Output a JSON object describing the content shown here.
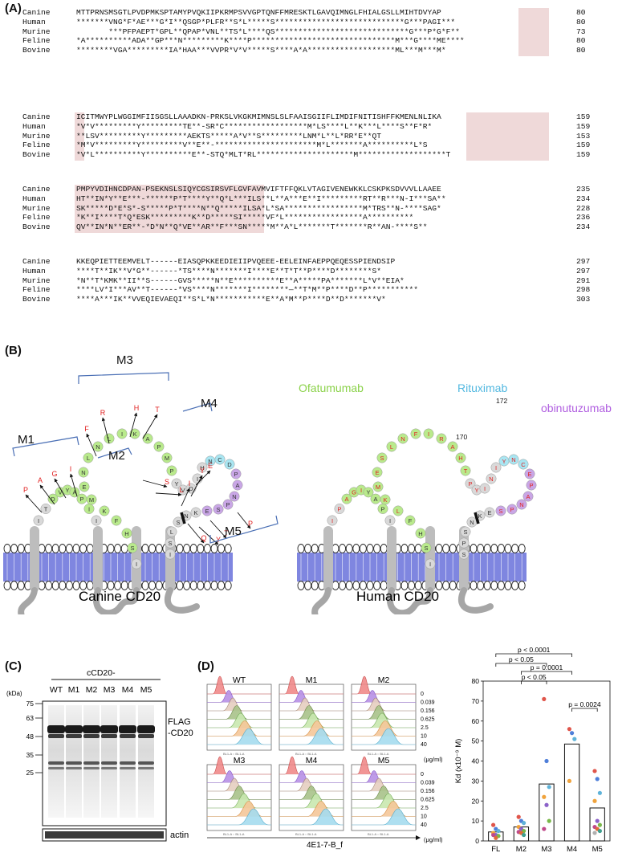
{
  "panels": {
    "A": "(A)",
    "B": "(B)",
    "C": "(C)",
    "D": "(D)"
  },
  "alignment": {
    "blocks": [
      {
        "rows": [
          {
            "name": "Canine",
            "seq": "MTTPRNSMSGTLPVDPMKSPTAMYPVQKIIPKRMPSVVGPTQNFFMRESKTLGAVQIMNGLFHIALGSLLMIHTDVYAP",
            "num": "80"
          },
          {
            "name": "Human",
            "seq": "*******VNG*F*AE***G*I**QSGP*PLFR**S*L*****S****************************G***PAGI***",
            "num": "80"
          },
          {
            "name": "Murine",
            "seq": "       ***PFPAEPT*GPL**QPAP*VNL**TS*L****QS*****************************G***P*G*F**",
            "num": "73"
          },
          {
            "name": "Feline",
            "seq": "*A**********ADA**GP***N*********K****P*******************************M***G****ME****",
            "num": "80"
          },
          {
            "name": "Bovine",
            "seq": "********VGA*********IA*HAA***VVPR*V*V*****S****A*A*******************ML***M***M*",
            "num": "80"
          }
        ]
      },
      {
        "rows": [
          {
            "name": "Canine",
            "seq": "ICITMWYPLWGGIMFIISGSLLAAADKN-PRKSLVKGKMIMNSLSLFAAISGIIFLIMDIFNITISHFFKMENLNLIKA",
            "num": "159"
          },
          {
            "name": "Human",
            "seq": "*V*V*********Y*********TE**-SR*C******************M*LS****L**K***L****S**F*R*",
            "num": "159"
          },
          {
            "name": "Murine",
            "seq": "**LSV*********Y*********AEKTS*****A*V**S*********LNM*L**L*RR*E**QT",
            "num": "153"
          },
          {
            "name": "Feline",
            "seq": "*M*V*********Y*********V**E**-**********************M*L*******A**********L*S",
            "num": "159"
          },
          {
            "name": "Bovine",
            "seq": "*V*L**********Y**********E**-STQ*MLT*RL*********************M*******************T",
            "num": "159"
          }
        ]
      },
      {
        "rows": [
          {
            "name": "Canine",
            "seq": "PMPYVDIHNCDPAN-PSEKNSLSIQYCGSIRSVFLGVFAVMVIFTFFQKLVTAGIVENEWKKLCSKPKSDVVVLLAAEE",
            "num": "235"
          },
          {
            "name": "Human",
            "seq": "HT**IN*Y**E***-******P*T****Y**Q*L***ILS**L**A***E**I*********RT**R***N-I***SA**",
            "num": "234"
          },
          {
            "name": "Murine",
            "seq": "SK*****D*E*S*-S*****P*T****N**Q*****ILSA*L*SA*****************M*TRS**N-****SAG*",
            "num": "228"
          },
          {
            "name": "Feline",
            "seq": "*K**I****T*Q*ESK*********K**D*****SI*****VF*L*****************A**********",
            "num": "236"
          },
          {
            "name": "Bovine",
            "seq": "QV**IN*N**ER**-*D*N**Q*VE**AR**F***SN*****M**A*L*******T*******R**AN-****S**",
            "num": "234"
          }
        ]
      },
      {
        "rows": [
          {
            "name": "Canine",
            "seq": "KKEQPIETTEEMVELT------EIASQPKKEEDIEIIPVQEEE-EELEINFAEPPQEQESSPIENDSIP",
            "num": "297"
          },
          {
            "name": "Human",
            "seq": "****T**IK**V*G**------*TS****N*******I****E**T*T**P****D********S*",
            "num": "297"
          },
          {
            "name": "Murine",
            "seq": "*N**T*KMK**II**S------GVS*****N**E**********E**A*****PA*******L*V**EIA*",
            "num": "291"
          },
          {
            "name": "Feline",
            "seq": "****LV*I***AV**T------*VS****N*******I********—**T*M**P****D**P***********",
            "num": "298"
          },
          {
            "name": "Bovine",
            "seq": "****A***IK**VVEQIEVAEQI**S*L*N***********E**A*M**P****D**D*******V*",
            "num": "303"
          }
        ]
      }
    ]
  },
  "canine": {
    "caption": "Canine CD20",
    "regions": [
      "M1",
      "M2",
      "M3",
      "M4",
      "M5"
    ],
    "ecl1_residues": [
      "I",
      "T",
      "D",
      "V",
      "Y",
      "A",
      "P",
      "I"
    ],
    "ecl2_residues": [
      "I",
      "S",
      "H",
      "F",
      "K",
      "M",
      "E",
      "N",
      "L",
      "N",
      "L",
      "I",
      "K",
      "A",
      "P",
      "M",
      "P",
      "Y",
      "V",
      "D",
      "I",
      "H",
      "N",
      "C",
      "D",
      "P",
      "A",
      "N",
      "P",
      "S",
      "E",
      "K",
      "N",
      "S",
      "L",
      "S",
      "I",
      "Q",
      "Y",
      "C",
      "G",
      "S",
      "I",
      "S"
    ],
    "mutations": [
      "P",
      "A",
      "G",
      "I",
      "F",
      "R",
      "H",
      "T",
      "S",
      "L",
      "I",
      "Y",
      "E",
      "T",
      "P",
      "Q",
      "Y"
    ]
  },
  "human": {
    "caption": "Human CD20",
    "antibodies": [
      "Ofatumumab",
      "Rituximab",
      "obinutuzumab"
    ],
    "positions": [
      "170",
      "172"
    ],
    "ecl1_residues": [
      "I",
      "P",
      "A",
      "G",
      "I",
      "Y",
      "A",
      "P",
      "I"
    ],
    "ecl2_residues": [
      "I",
      "S",
      "H",
      "F",
      "L",
      "K",
      "M",
      "E",
      "S",
      "L",
      "N",
      "F",
      "I",
      "R",
      "A",
      "H",
      "T",
      "P",
      "Y",
      "I",
      "N",
      "I",
      "Y",
      "N",
      "C",
      "E",
      "P",
      "A",
      "N",
      "P",
      "S",
      "E",
      "K",
      "N",
      "S",
      "P",
      "S",
      "T",
      "Q",
      "Y",
      "C",
      "Y",
      "S",
      "I",
      "Q",
      "S"
    ]
  },
  "western": {
    "title": "cCD20-",
    "lanes": [
      "WT",
      "M1",
      "M2",
      "M3",
      "M4",
      "M5"
    ],
    "kda_label": "(kDa)",
    "markers": [
      "75",
      "63",
      "48",
      "35",
      "25"
    ],
    "band_label_1": "FLAG",
    "band_label_2": "-CD20",
    "actin_label": "actin"
  },
  "flow": {
    "panels": [
      "WT",
      "M1",
      "M2",
      "M3",
      "M4",
      "M5"
    ],
    "concentrations": [
      "0",
      "0.039",
      "0.156",
      "0.625",
      "2.5",
      "10",
      "40"
    ],
    "unit": "(μg/ml)",
    "xlabel": "4E1-7-B_f",
    "tiny_axis": "BL1-A :: BL1-A"
  },
  "chart_data": {
    "type": "bar",
    "categories": [
      "FL",
      "M2",
      "M3",
      "M4",
      "M5"
    ],
    "values": [
      4.5,
      7,
      28.5,
      48.5,
      16.5
    ],
    "ylabel": "Kd (x10⁻⁹ M)",
    "ylim": [
      0,
      80
    ],
    "yticks": [
      0,
      10,
      20,
      30,
      40,
      50,
      60,
      70,
      80
    ],
    "points": {
      "FL": [
        8,
        6,
        5,
        4,
        3,
        2.5,
        3,
        1.5
      ],
      "M2": [
        12,
        10,
        9,
        7,
        6,
        5,
        4.5,
        4,
        3
      ],
      "M3": [
        71,
        40,
        27,
        22,
        18,
        10,
        6
      ],
      "M4": [
        56,
        54,
        51,
        30
      ],
      "M5": [
        35,
        31,
        24,
        20,
        10,
        8,
        7,
        6,
        5,
        4
      ]
    },
    "significance": [
      {
        "label": "p < 0.0001",
        "from": "FL",
        "to": "M4"
      },
      {
        "label": "p < 0.05",
        "from": "FL",
        "to": "M3"
      },
      {
        "label": "p = 0.0001",
        "from": "M2",
        "to": "M4"
      },
      {
        "label": "p < 0.05",
        "from": "M2",
        "to": "M3"
      },
      {
        "label": "p = 0.0024",
        "from": "M4",
        "to": "M5"
      }
    ]
  },
  "colors": {
    "membrane": "#7f86e0",
    "highlight": "#efd9d9",
    "green": "#b9ea8c",
    "cyan": "#a9e6f2",
    "purple": "#c9a6e6",
    "mutation": "#e02020",
    "bracket": "#4a6fb5",
    "ofatumumab": "#8bd24a",
    "rituximab": "#52b8e0",
    "obinutuzumab": "#b05ee0"
  }
}
